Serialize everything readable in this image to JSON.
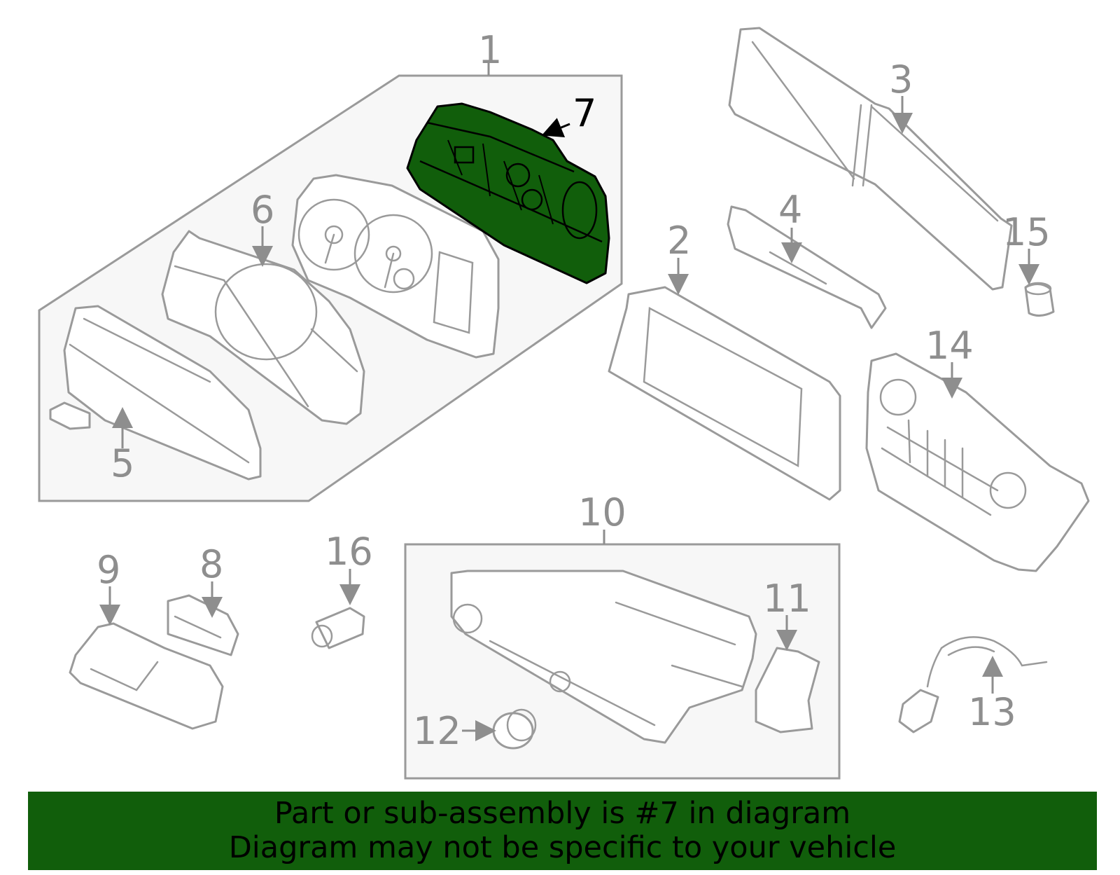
{
  "callouts": {
    "c1": "1",
    "c2": "2",
    "c3": "3",
    "c4": "4",
    "c5": "5",
    "c6": "6",
    "c7": "7",
    "c8": "8",
    "c9": "9",
    "c10": "10",
    "c11": "11",
    "c12": "12",
    "c13": "13",
    "c14": "14",
    "c15": "15",
    "c16": "16"
  },
  "highlight": {
    "part": "7",
    "color": "#115e0b"
  },
  "banner": {
    "line1": "Part or sub-assembly is #7 in diagram",
    "line2": "Diagram may not be specific to your vehicle",
    "background": "#115e0b"
  }
}
